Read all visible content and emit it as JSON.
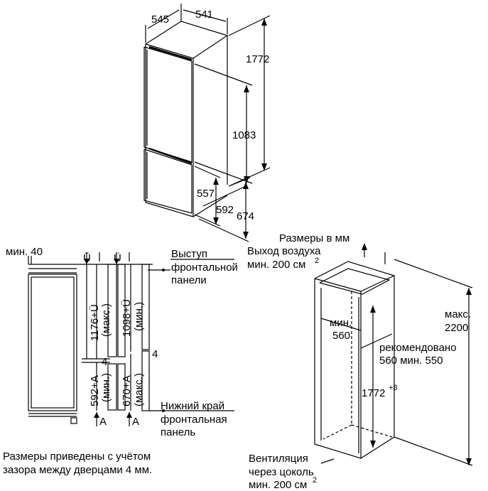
{
  "top_dims": {
    "d545": "545",
    "d541": "541",
    "d1772": "1772",
    "d1083": "1083",
    "d557": "557",
    "d592": "592",
    "d674": "674"
  },
  "side_view": {
    "min40": "мин. 40",
    "u1": "Ü",
    "u2": "Ü",
    "dim1176": "1176+Ü",
    "dim1176_note": "(макс.)",
    "dim1098": "1098+Ü",
    "dim1098_note": "(мин.)",
    "gap_left": "4",
    "gap_right": "4",
    "dim592": "592+A",
    "dim592_note": "(мин.)",
    "dim670": "670+A",
    "dim670_note": "(макс.)",
    "a1": "A",
    "a2": "A",
    "overhang_line1": "Выступ",
    "overhang_line2": "фронтальной",
    "overhang_line3": "панели",
    "bottom_edge_line1": "Нижний край",
    "bottom_edge_line2": "фронтальная",
    "bottom_edge_line3": "панель"
  },
  "niche_view": {
    "units": "Размеры в мм",
    "air_out_line1": "Выход воздуха",
    "air_out_line2": "мин. 200 см",
    "air_out_sup": "2",
    "min_label": "мин.",
    "min_value": "560",
    "rec_line1": "рекомендовано",
    "rec_line2": "560 мин. 550",
    "height": "1772",
    "height_sup": "+8",
    "max_label": "макс.",
    "max_value": "2200",
    "vent_line1": "Вентиляция",
    "vent_line2": "через цоколь",
    "vent_line3": "мин. 200 см",
    "vent_sup": "2"
  },
  "footnote": {
    "line1": "Размеры приведены с учётом",
    "line2": "зазора между дверцами 4 мм."
  }
}
